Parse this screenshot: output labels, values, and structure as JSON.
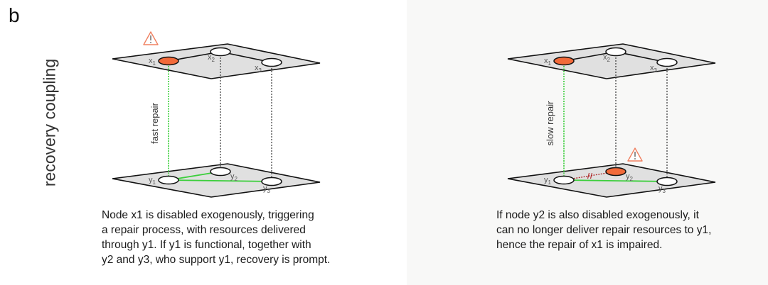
{
  "panel_label": "b",
  "row_label": "recovery coupling",
  "colors": {
    "failed": "#f26a3a",
    "support": "#3ccf3c",
    "broken": "#b03030",
    "plane": "#e0e0e0",
    "warning": "#f08060"
  },
  "left": {
    "edge_label": "fast repair",
    "nodes": {
      "x1": "x",
      "x2": "x",
      "x3": "x",
      "y1": "y",
      "y2": "y",
      "y3": "y"
    },
    "caption": [
      "Node x1 is disabled exogenously, triggering",
      "a repair process, with resources delivered",
      "through y1. If y1 is functional, together with",
      "y2 and y3, who support y1, recovery is prompt."
    ]
  },
  "right": {
    "edge_label": "slow repair",
    "caption": [
      "If node y2 is also disabled exogenously, it",
      "can no longer deliver repair resources to y1,",
      "hence the repair of x1 is impaired."
    ]
  },
  "subscripts": [
    "1",
    "2",
    "3"
  ]
}
